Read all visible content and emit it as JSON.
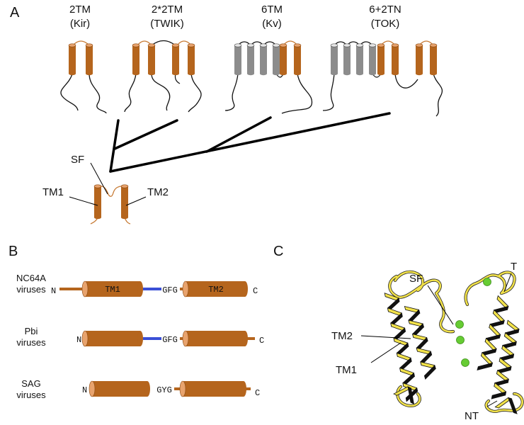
{
  "colors": {
    "helix": "#b5651d",
    "helix_cap": "#e8a36d",
    "gray_helix": "#8c8c8c",
    "pore_blue": "#3a4fd6",
    "ribbon_yellow": "#f2e24a",
    "ion_green": "#66cc33"
  },
  "panel_a": {
    "label": "A",
    "families": [
      {
        "top": "2TM",
        "bottom": "(Kir)"
      },
      {
        "top": "2*2TM",
        "bottom": "(TWIK)"
      },
      {
        "top": "6TM",
        "bottom": "(Kv)"
      },
      {
        "top": "6+2TN",
        "bottom": "(TOK)"
      }
    ],
    "ancestor": {
      "sf": "SF",
      "tm1": "TM1",
      "tm2": "TM2"
    }
  },
  "panel_b": {
    "label": "B",
    "rows": [
      {
        "name1": "NC64A",
        "name2": "viruses",
        "n": "N",
        "c": "C",
        "motif": "GFG",
        "tm1": "TM1",
        "tm2": "TM2"
      },
      {
        "name1": "Pbi",
        "name2": "viruses",
        "n": "N",
        "c": "C",
        "motif": "GFG",
        "tm1": "",
        "tm2": ""
      },
      {
        "name1": "SAG",
        "name2": "viruses",
        "n": "N",
        "c": "C",
        "motif": "GYG",
        "tm1": "",
        "tm2": ""
      }
    ]
  },
  "panel_c": {
    "label": "C",
    "sf": "SF",
    "t": "T",
    "tm2": "TM2",
    "tm1": "TM1",
    "nt": "NT"
  }
}
